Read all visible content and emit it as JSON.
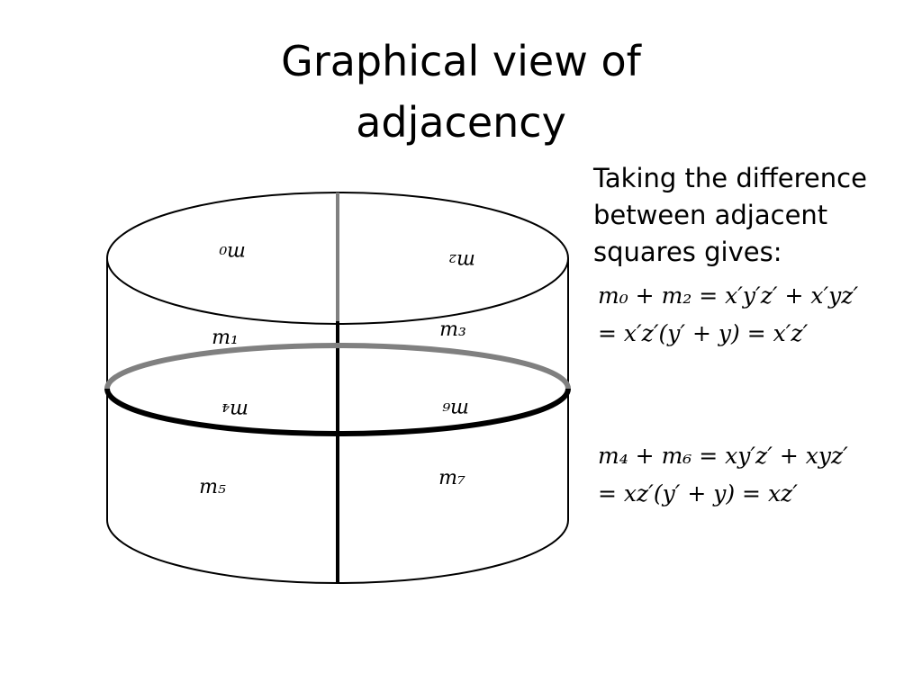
{
  "title": {
    "line1": "Graphical view of",
    "line2": "adjacency"
  },
  "intro": {
    "line1": "Taking the difference",
    "line2": "between adjacent",
    "line3": "squares gives:"
  },
  "equations": {
    "top": {
      "line1": "m₀ + m₂ = x′y′z′ + x′yz′",
      "line2": "= x′z′(y′ + y) = x′z′"
    },
    "bottom": {
      "line1": "m₄ + m₆ = xy′z′ + xyz′",
      "line2": "= xz′(y′ + y) = xz′"
    }
  },
  "cells": {
    "m0": "m₀",
    "m1": "m₁",
    "m2": "m₂",
    "m3": "m₃",
    "m4": "m₄",
    "m5": "m₅",
    "m6": "m₆",
    "m7": "m₇"
  },
  "colors": {
    "outline": "#000000",
    "highlight-gray": "#808080"
  }
}
